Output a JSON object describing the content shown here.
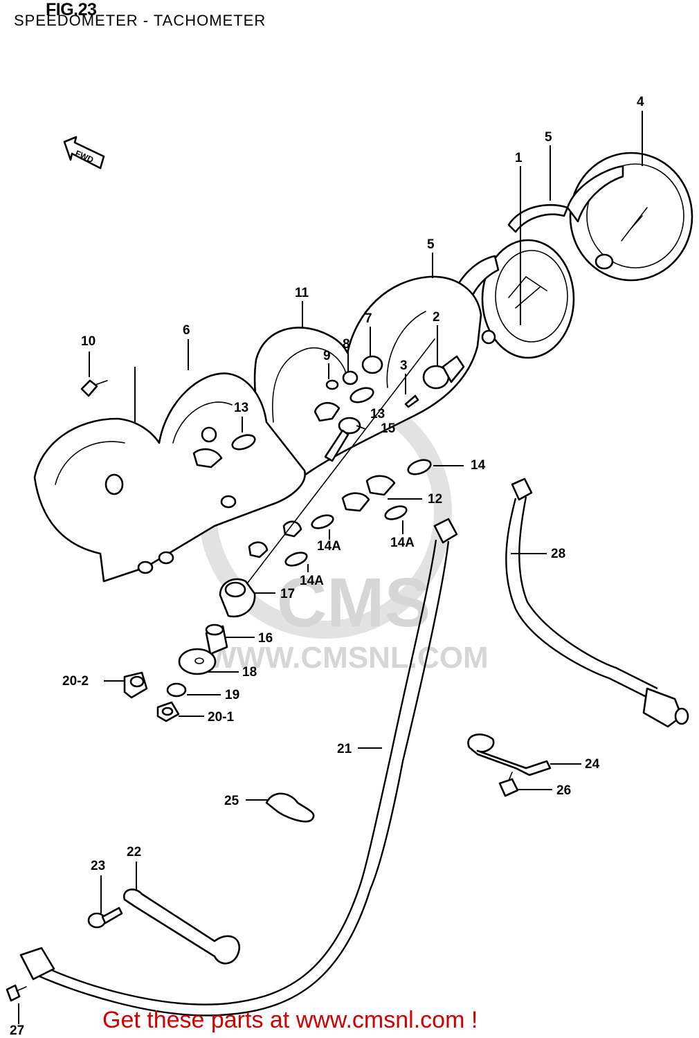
{
  "header": {
    "fig": "FIG.23",
    "title": "SPEEDOMETER - TACHOMETER"
  },
  "orientation_marker": "FWD",
  "watermark": {
    "brand": "CMS",
    "url": "WWW.CMSNL.COM"
  },
  "callouts": [
    {
      "id": "c-4",
      "label": "4"
    },
    {
      "id": "c-5a",
      "label": "5"
    },
    {
      "id": "c-1",
      "label": "1"
    },
    {
      "id": "c-5b",
      "label": "5"
    },
    {
      "id": "c-11",
      "label": "11"
    },
    {
      "id": "c-7",
      "label": "7"
    },
    {
      "id": "c-2",
      "label": "2"
    },
    {
      "id": "c-8",
      "label": "8"
    },
    {
      "id": "c-9",
      "label": "9"
    },
    {
      "id": "c-3",
      "label": "3"
    },
    {
      "id": "c-10",
      "label": "10"
    },
    {
      "id": "c-6",
      "label": "6"
    },
    {
      "id": "c-13a",
      "label": "13"
    },
    {
      "id": "c-13b",
      "label": "13"
    },
    {
      "id": "c-15",
      "label": "15"
    },
    {
      "id": "c-14",
      "label": "14"
    },
    {
      "id": "c-12",
      "label": "12"
    },
    {
      "id": "c-14Aa",
      "label": "14A"
    },
    {
      "id": "c-14Ab",
      "label": "14A"
    },
    {
      "id": "c-14Ac",
      "label": "14A"
    },
    {
      "id": "c-28",
      "label": "28"
    },
    {
      "id": "c-17",
      "label": "17"
    },
    {
      "id": "c-16",
      "label": "16"
    },
    {
      "id": "c-18",
      "label": "18"
    },
    {
      "id": "c-20-2",
      "label": "20-2"
    },
    {
      "id": "c-19",
      "label": "19"
    },
    {
      "id": "c-20-1",
      "label": "20-1"
    },
    {
      "id": "c-21",
      "label": "21"
    },
    {
      "id": "c-24",
      "label": "24"
    },
    {
      "id": "c-26",
      "label": "26"
    },
    {
      "id": "c-25",
      "label": "25"
    },
    {
      "id": "c-22",
      "label": "22"
    },
    {
      "id": "c-23",
      "label": "23"
    },
    {
      "id": "c-27",
      "label": "27"
    }
  ],
  "footer": {
    "text": "Get these parts at www.cmsnl.com !",
    "color": "#d40000"
  }
}
